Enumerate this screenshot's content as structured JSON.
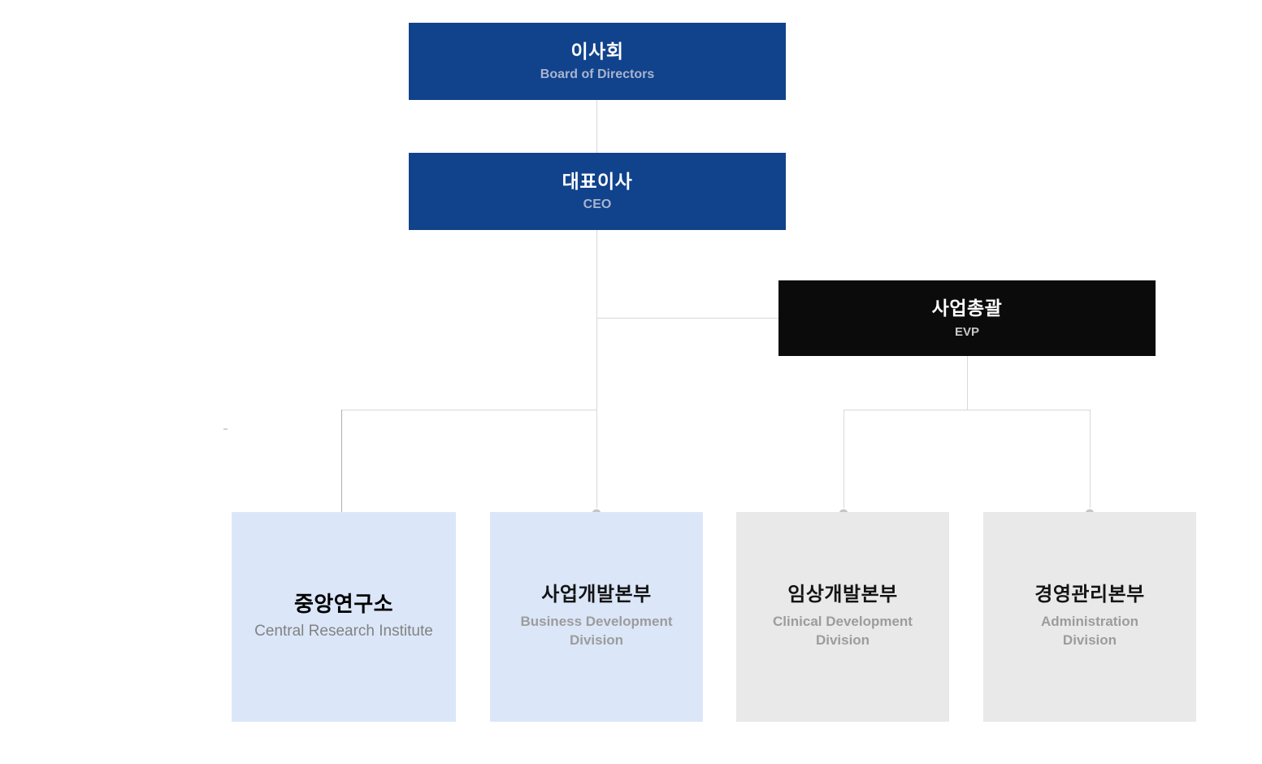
{
  "org_chart": {
    "nodes": {
      "board": {
        "title": "이사회",
        "subtitle": "Board of Directors"
      },
      "ceo": {
        "title": "대표이사",
        "subtitle": "CEO"
      },
      "evp": {
        "title": "사업총괄",
        "subtitle": "EVP"
      },
      "central_research": {
        "title": "중앙연구소",
        "subtitle": "Central Research Institute"
      },
      "business_dev": {
        "title": "사업개발본부",
        "subtitle": "Business Development\nDivision"
      },
      "clinical_dev": {
        "title": "임상개발본부",
        "subtitle": "Clinical Development\nDivision"
      },
      "administration": {
        "title": "경영관리본부",
        "subtitle": "Administration\nDivision"
      }
    },
    "edges": [
      {
        "from": "board",
        "to": "ceo"
      },
      {
        "from": "ceo",
        "to": "evp"
      },
      {
        "from": "ceo",
        "to": "central_research"
      },
      {
        "from": "ceo",
        "to": "business_dev"
      },
      {
        "from": "evp",
        "to": "clinical_dev"
      },
      {
        "from": "evp",
        "to": "administration"
      }
    ],
    "colors": {
      "primary_blue": "#11428C",
      "black": "#0B0B0B",
      "light_blue": "#DBE7F8",
      "light_gray": "#E9E9E9",
      "connector_line": "#D9D9D9",
      "junction_dot": "#C6C6C6",
      "subtitle_on_blue": "#A9B4CE",
      "subtitle_on_light": "#9C9C9C"
    }
  }
}
